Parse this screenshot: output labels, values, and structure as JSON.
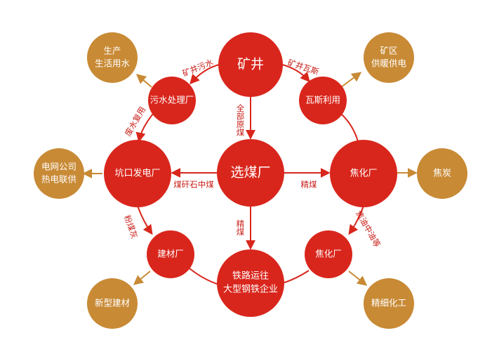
{
  "colors": {
    "red": "#d9261c",
    "gold": "#c88a35",
    "line": "#d9261c",
    "goldLine": "#c88a35"
  },
  "nodes": {
    "mine": "矿井",
    "wastewater_plant": "污水处理厂",
    "gas_use": "瓦斯利用",
    "prep_plant": "选煤厂",
    "power_plant": "坑口发电厂",
    "coking_plant_1": "焦化厂",
    "building_material_plant": "建材厂",
    "railway_line1": "铁路运往",
    "railway_line2": "大型钢铁企业",
    "coking_plant_2": "焦化厂",
    "domestic_water_line1": "生产",
    "domestic_water_line2": "生活用水",
    "heating_line1": "矿区",
    "heating_line2": "供暖供电",
    "grid_line1": "电网公司",
    "grid_line2": "热电联供",
    "coke": "焦炭",
    "new_materials": "新型建材",
    "fine_chemicals": "精细化工"
  },
  "edges": {
    "mine_wastewater": "矿井污水",
    "mine_gas": "矿井瓦斯",
    "mine_prep": "全部原煤",
    "wastewater_power": "废水复用",
    "prep_power": "煤矸石中煤",
    "prep_coking": "精煤",
    "prep_railway": "精煤",
    "power_material": "粉煤灰",
    "coking_coking": "焦油中油等"
  }
}
